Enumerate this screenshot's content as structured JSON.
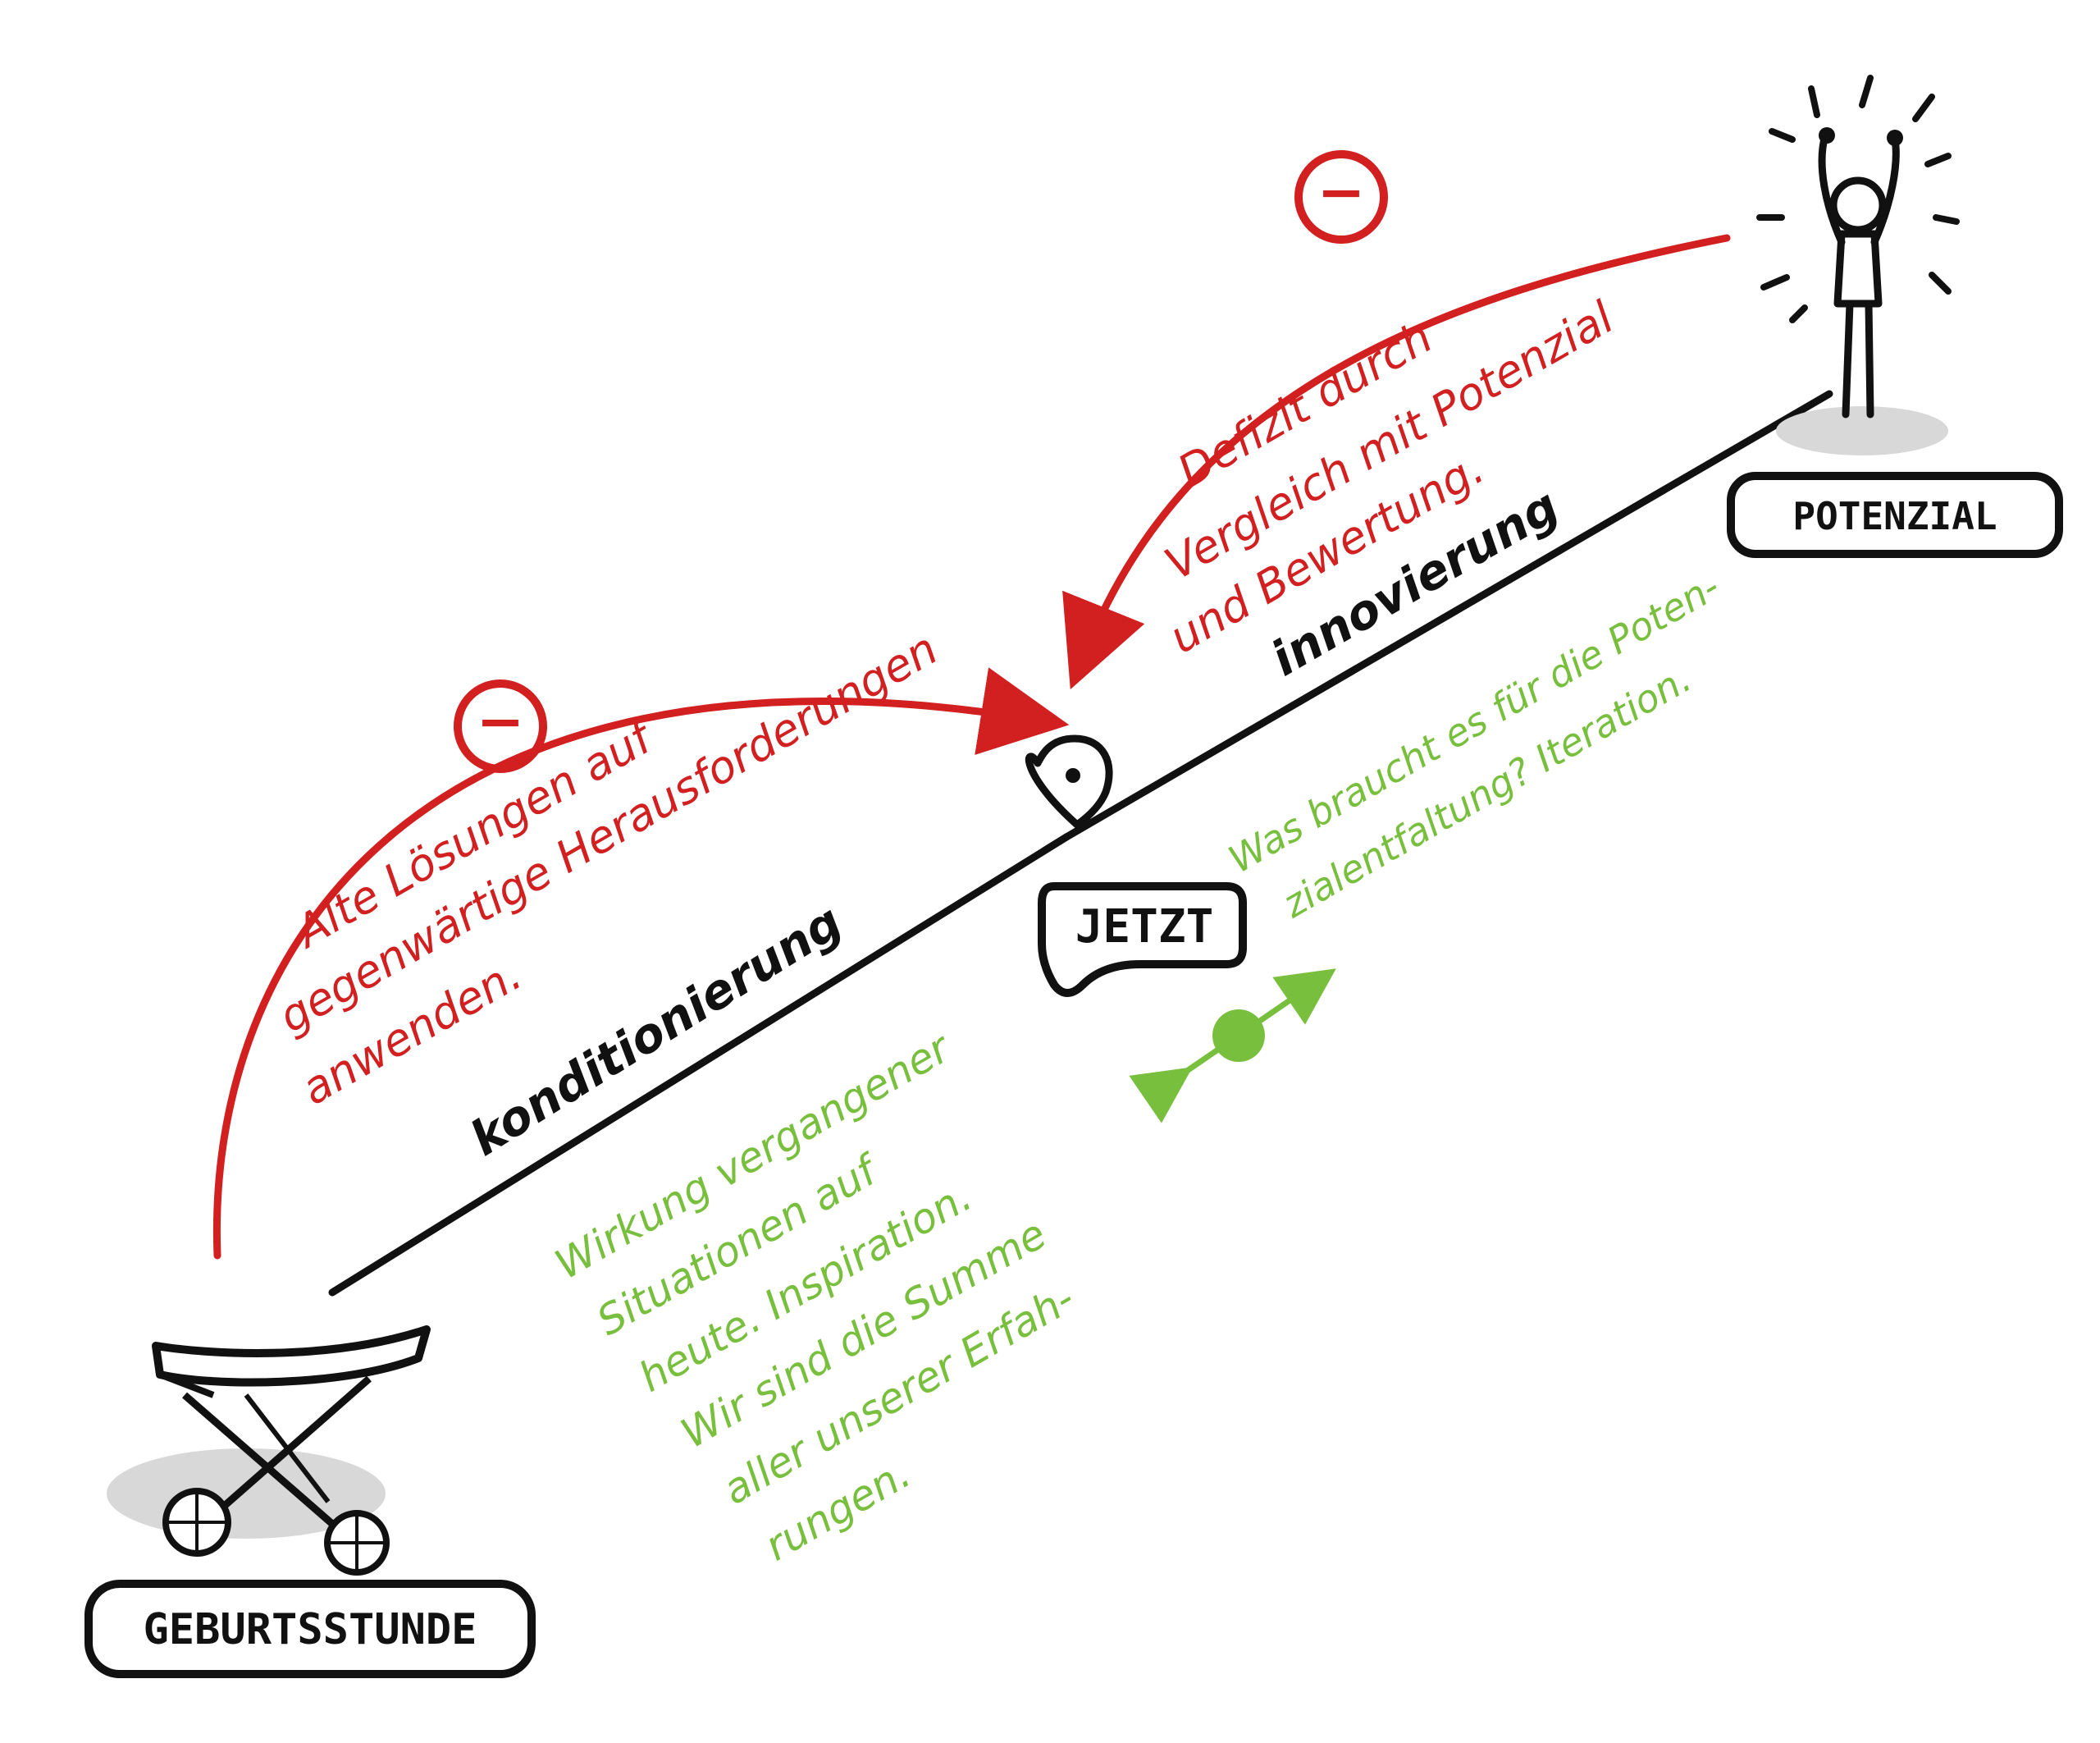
{
  "labels": {
    "birth": "GEBURTSSTUNDE",
    "now": "JETZT",
    "potential": "POTENZIAL"
  },
  "path_segments": {
    "conditioning": "konditionierung",
    "innovation": "innovierung"
  },
  "red_notes": {
    "left_sign": "−",
    "right_sign": "−",
    "left_lines": [
      "Alte Lösungen auf",
      "gegenwärtige Herausforderungen",
      "anwenden."
    ],
    "right_lines": [
      "Defizit durch",
      "Vergleich mit Potenzial",
      "und Bewertung."
    ]
  },
  "green_notes": {
    "left_lines": [
      "Wirkung vergangener",
      "Situationen auf",
      "heute. Inspiration.",
      "Wir sind die Summe",
      "aller unserer Erfah-",
      "rungen."
    ],
    "right_lines": [
      "Was braucht es für die Poten-",
      "zialentfaltung? Iteration."
    ]
  },
  "icons": {
    "stroller": "stroller-icon",
    "pin": "location-pin-icon",
    "person": "cheering-person-icon",
    "iteration": "bidirectional-arrow-icon"
  },
  "colors": {
    "red": "#d21f1f",
    "green": "#79bf3e",
    "ink": "#111111",
    "shadow": "#cfcfcf"
  }
}
